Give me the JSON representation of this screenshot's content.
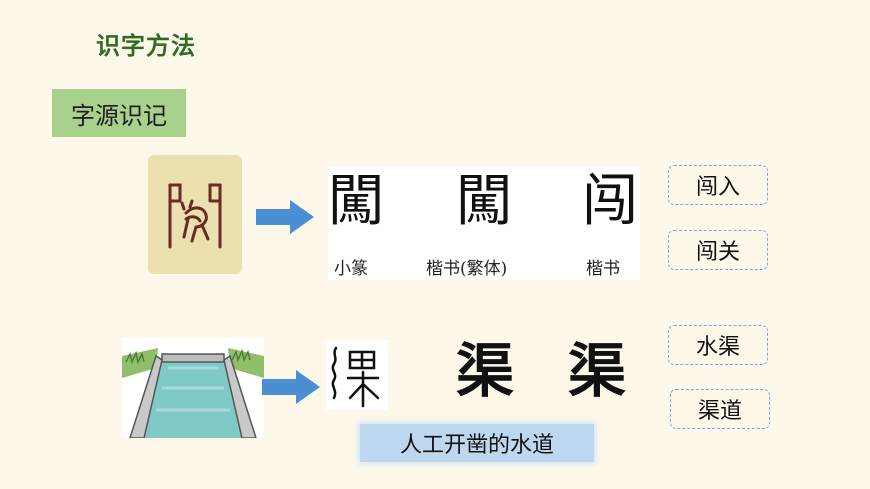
{
  "slide": {
    "title": "识字方法",
    "section_label": "字源识记"
  },
  "row_chuang": {
    "forms": [
      {
        "glyph": "闖",
        "caption": "小篆"
      },
      {
        "glyph": "闖",
        "caption": "楷书(繁体)"
      },
      {
        "glyph": "闯",
        "caption": "楷书"
      }
    ],
    "words": [
      "闯入",
      "闯关"
    ],
    "icons": [
      "ancient-seal-character-icon",
      "right-arrow-icon"
    ]
  },
  "row_qu": {
    "forms": [
      "渠",
      "渠"
    ],
    "words": [
      "水渠",
      "渠道"
    ],
    "meaning": "人工开凿的水道",
    "icons": [
      "canal-illustration",
      "right-arrow-icon",
      "seal-script-qu-icon"
    ]
  },
  "colors": {
    "title": "#2e6b24",
    "section_bg": "#a9d18e",
    "arrow": "#4a8fd4",
    "meaning_bg": "#bdd7ee",
    "background": "#fdf8ea"
  }
}
